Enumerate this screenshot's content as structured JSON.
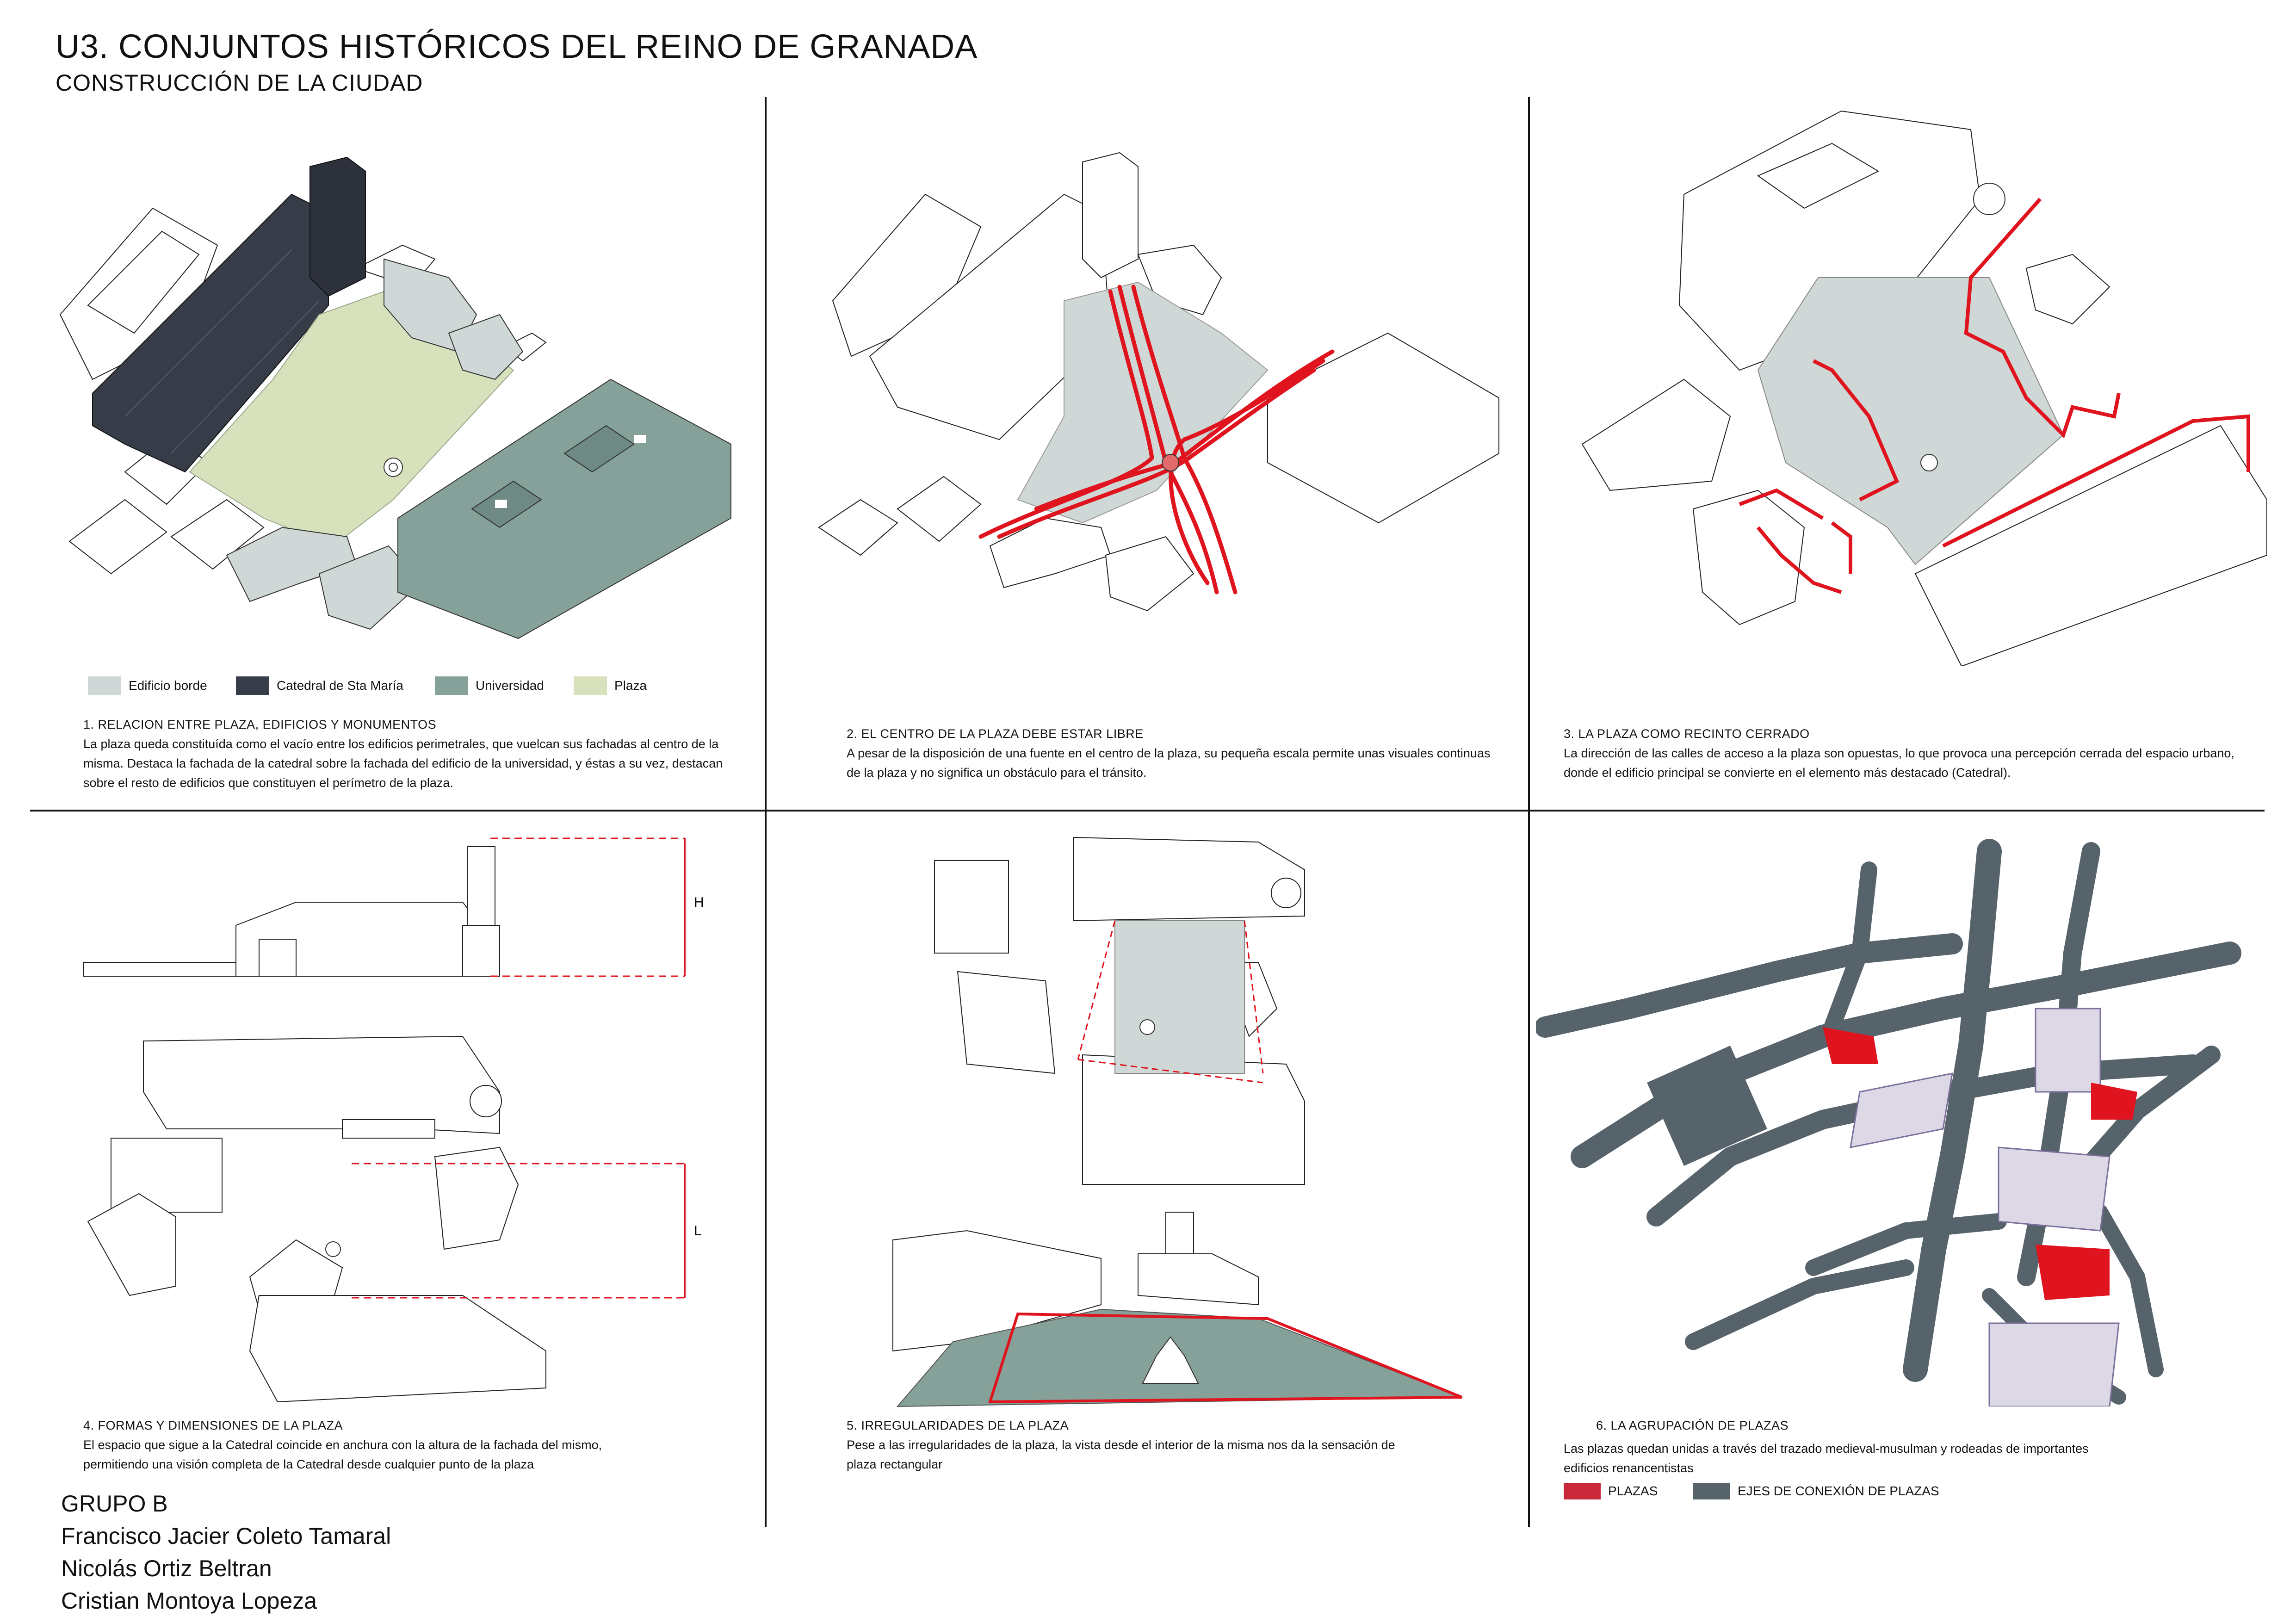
{
  "header": {
    "title": "U3. CONJUNTOS HISTÓRICOS DEL REINO DE GRANADA",
    "subtitle": "CONSTRUCCIÓN DE LA CIUDAD"
  },
  "legend_main": {
    "items": [
      {
        "label": "Edificio borde",
        "color": "#cfd8d6"
      },
      {
        "label": "Catedral  de Sta María",
        "color": "#363c48"
      },
      {
        "label": "Universidad",
        "color": "#86a09a"
      },
      {
        "label": "Plaza",
        "color": "#d7e2bd"
      }
    ]
  },
  "panels": [
    {
      "heading": "1. RELACION ENTRE PLAZA, EDIFICIOS Y MONUMENTOS",
      "body": "La plaza queda constituída como el vacío  entre los edificios perimetrales, que vuelcan sus fachadas al centro de la misma. Destaca la fachada de la catedral sobre la fachada del edificio de la universidad, y éstas a su vez, destacan sobre el resto de edificios que constituyen el perímetro de la plaza."
    },
    {
      "heading": "2. EL CENTRO DE LA PLAZA DEBE ESTAR LIBRE",
      "body": "A pesar de la disposición de una fuente en el centro de la plaza, su pequeña escala permite unas visuales continuas de la plaza y no significa un obstáculo para el tránsito."
    },
    {
      "heading": "3. LA PLAZA COMO RECINTO CERRADO",
      "body": "La dirección de las calles de acceso a la plaza son opuestas, lo que provoca una percepción cerrada del espacio urbano, donde el edificio principal se convierte en el elemento más destacado (Catedral)."
    },
    {
      "heading": "4. FORMAS Y DIMENSIONES DE LA PLAZA",
      "body": "El espacio que sigue a la Catedral coincide en anchura con la altura de la fachada del mismo, permitiendo una visión completa de la Catedral desde cualquier punto de la plaza"
    },
    {
      "heading": "5. IRREGULARIDADES DE LA PLAZA",
      "body": "Pese a las irregularidades de la plaza, la vista desde el interior de la misma nos da la sensación de plaza rectangular"
    },
    {
      "heading": "6. LA AGRUPACIÓN  DE PLAZAS",
      "body": "Las plazas quedan unidas a través del trazado medieval-musulman y rodeadas de importantes edificios renancentistas"
    }
  ],
  "dimension_labels": {
    "height": "H",
    "length": "L"
  },
  "legend_six": {
    "items": [
      {
        "label": "PLAZAS",
        "color": "#c8283a"
      },
      {
        "label": "EJES DE CONEXIÓN DE PLAZAS",
        "color": "#56636a"
      }
    ]
  },
  "authors": {
    "group": "GRUPO B",
    "names": [
      "Francisco Jacier Coleto Tamaral",
      "Nicolás Ortiz Beltran",
      "Cristian Montoya Lopeza"
    ]
  },
  "colors": {
    "red": "#e0141e",
    "border_building": "#cfd8d6",
    "cathedral": "#363c48",
    "university": "#86a09a",
    "plaza": "#d7e2bd",
    "axes": "#56636a",
    "surrounding_buildings": "#ddd8e6"
  }
}
